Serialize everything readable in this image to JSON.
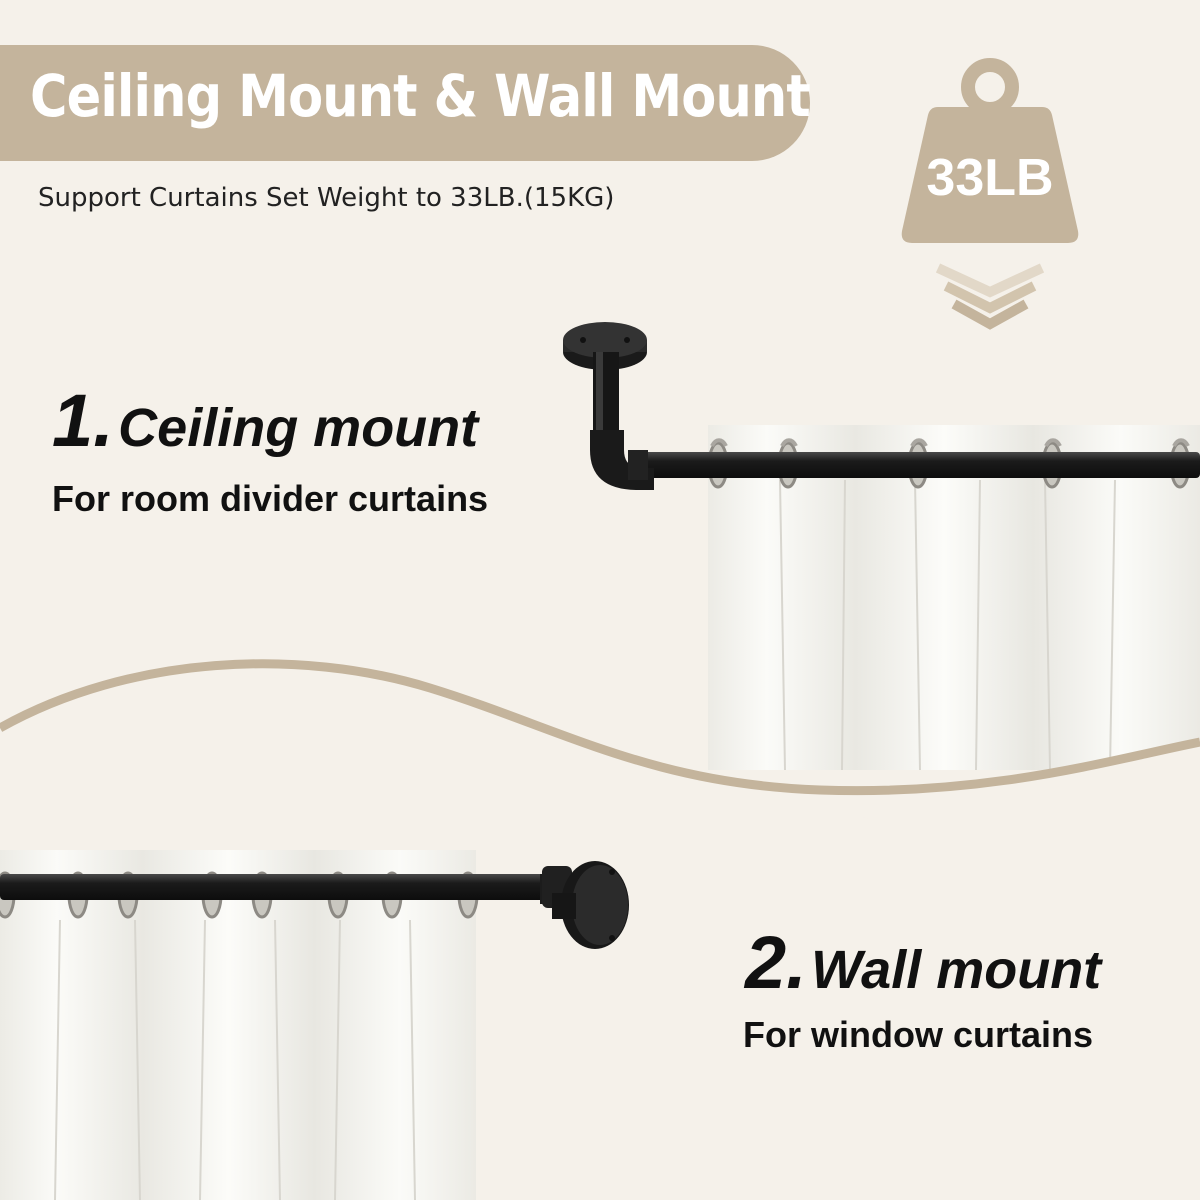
{
  "banner": {
    "title": "Ceiling Mount & Wall Mount"
  },
  "subtitle": "Support Curtains Set Weight to 33LB.(15KG)",
  "weight_badge": {
    "label": "33LB",
    "icon": "weight-icon"
  },
  "ceiling": {
    "number": "1.",
    "title": "Ceiling mount",
    "description": "For room divider curtains"
  },
  "wall": {
    "number": "2.",
    "title": "Wall mount",
    "description": "For window curtains"
  },
  "colors": {
    "background": "#f5f1ea",
    "accent": "#c4b49c",
    "text": "#111111",
    "curtain": "#f7f6f1",
    "rod": "#1b1b1b"
  }
}
